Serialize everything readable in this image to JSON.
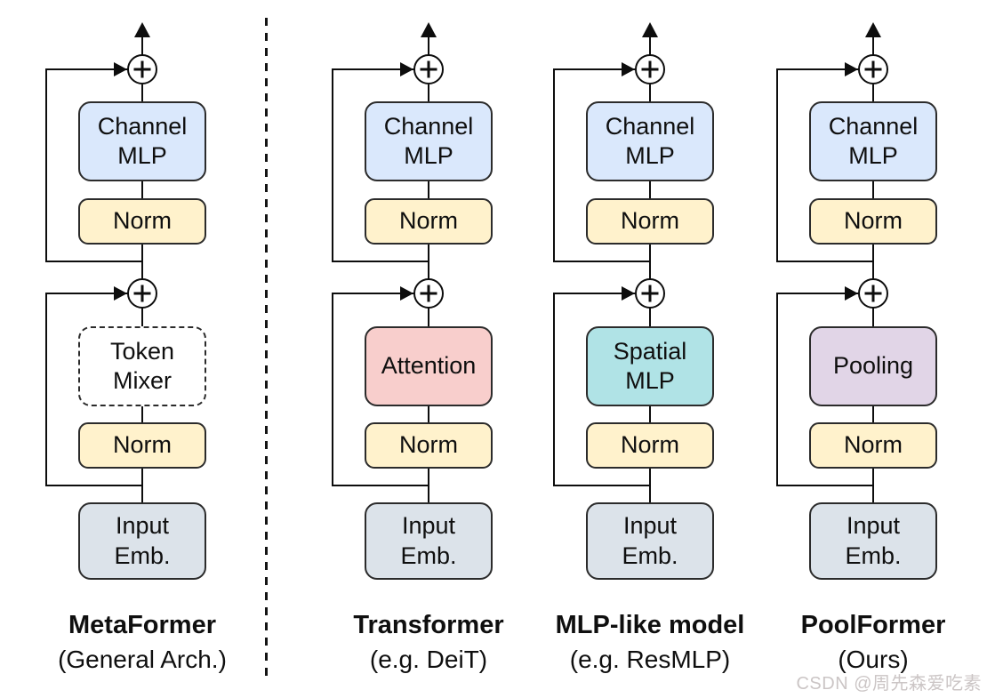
{
  "figure": {
    "watermark": "CSDN @周先森爱吃素"
  },
  "colors": {
    "channel_mlp_fill": "#dae8fc",
    "norm_fill": "#fff2cc",
    "input_fill": "#dce3ea",
    "token_mixer_fill": "#ffffff",
    "attention_fill": "#f8cecc",
    "spatial_mlp_fill": "#b0e3e6",
    "pooling_fill": "#e1d5e7",
    "line": "#0d0d0d",
    "watermark": "#cbc5c5"
  },
  "columns": [
    {
      "title": "MetaFormer",
      "subtitle": "(General Arch.)",
      "channel_mlp": "Channel\nMLP",
      "norm_top": "Norm",
      "mixer": "Token\nMixer",
      "mixer_fill": "#ffffff",
      "norm_bottom": "Norm",
      "input": "Input\nEmb."
    },
    {
      "title": "Transformer",
      "subtitle": "(e.g. DeiT)",
      "channel_mlp": "Channel\nMLP",
      "norm_top": "Norm",
      "mixer": "Attention",
      "mixer_fill": "#f8cecc",
      "norm_bottom": "Norm",
      "input": "Input\nEmb."
    },
    {
      "title": "MLP-like model",
      "subtitle": "(e.g. ResMLP)",
      "channel_mlp": "Channel\nMLP",
      "norm_top": "Norm",
      "mixer": "Spatial\nMLP",
      "mixer_fill": "#b0e3e6",
      "norm_bottom": "Norm",
      "input": "Input\nEmb."
    },
    {
      "title": "PoolFormer",
      "subtitle": "(Ours)",
      "channel_mlp": "Channel\nMLP",
      "norm_top": "Norm",
      "mixer": "Pooling",
      "mixer_fill": "#e1d5e7",
      "norm_bottom": "Norm",
      "input": "Input\nEmb."
    }
  ]
}
